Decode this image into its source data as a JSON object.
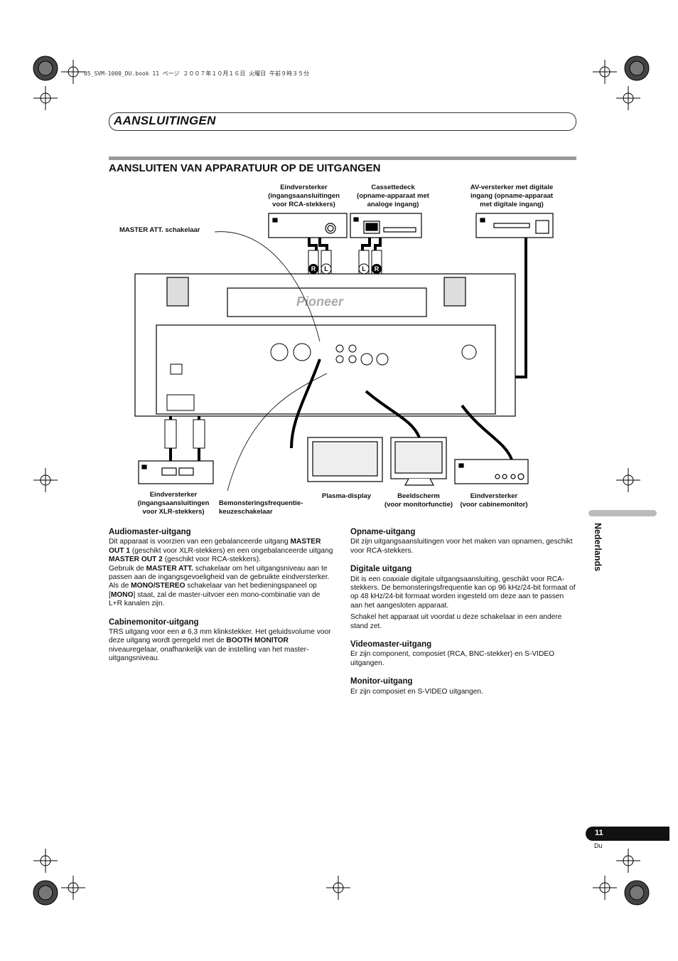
{
  "header_note": "05_SVM-1000_DU.book  11 ページ  ２００７年１０月１６日  火曜日  午前９時３５分",
  "chapter_title": "Aansluitingen",
  "section_title": "Aansluiten van apparatuur op de uitgangen",
  "brand": "Pioneer",
  "diagram": {
    "label_amp_rca": "Eindversterker\n(ingangsaansluitingen\nvoor RCA-stekkers)",
    "label_cassette": "Cassettedeck\n(opname-apparaat met\nanaloge ingang)",
    "label_av_amp": "AV-versterker met digitale\ningang (opname-apparaat\nmet digitale ingang)",
    "label_master_att": "MASTER ATT. schakelaar",
    "label_amp_xlr": "Eindversterker\n(ingangsaansluitingen\nvoor XLR-stekkers)",
    "label_sampling": "Bemonsteringsfrequentie-\nkeuzeschakelaar",
    "label_plasma": "Plasma-display",
    "label_monitor": "Beeldscherm\n(voor monitorfunctie)",
    "label_booth_amp": "Eindversterker\n(voor cabinemonitor)",
    "plug_r": "R",
    "plug_l": "L"
  },
  "left_column": [
    {
      "heading": "Audiomaster-uitgang",
      "paras": [
        "Dit apparaat is voorzien van een gebalanceerde uitgang <b>MASTER OUT 1</b> (geschikt voor XLR-stekkers) en een ongebalanceerde uitgang <b>MASTER OUT 2</b> (geschikt voor RCA-stekkers).<br>Gebruik de <b>MASTER ATT.</b> schakelaar om het uitgangsniveau aan te passen aan de ingangsgevoeligheid van de gebruikte eindversterker.<br>Als de <b>MONO/STEREO</b> schakelaar van het bedieningspaneel op [<b>MONO</b>] staat, zal de master-uitvoer een mono-combinatie van de L+R kanalen zijn."
      ]
    },
    {
      "heading": "Cabinemonitor-uitgang",
      "paras": [
        "TRS uitgang voor een ø 6,3 mm klinkstekker. Het geluidsvolume voor deze uitgang wordt geregeld met de <b>BOOTH MONITOR</b> niveauregelaar, onafhankelijk van de instelling van het master-uitgangsniveau."
      ]
    }
  ],
  "right_column": [
    {
      "heading": "Opname-uitgang",
      "paras": [
        "Dit zijn uitgangsaansluitingen voor het maken van opnamen, geschikt voor RCA-stekkers."
      ]
    },
    {
      "heading": "Digitale uitgang",
      "paras": [
        "Dit is een coaxiale digitale uitgangsaansluiting, geschikt voor RCA-stekkers. De bemonsteringsfrequentie kan op 96 kHz/24-bit formaat of op 48 kHz/24-bit formaat worden ingesteld om deze aan te passen aan het aangesloten apparaat.",
        "Schakel het apparaat uit voordat u deze schakelaar in een andere stand zet."
      ]
    },
    {
      "heading": "Videomaster-uitgang",
      "paras": [
        "Er zijn component, composiet (RCA, BNC-stekker) en S-VIDEO uitgangen."
      ]
    },
    {
      "heading": "Monitor-uitgang",
      "paras": [
        "Er zijn composiet en S-VIDEO uitgangen."
      ]
    }
  ],
  "side_tab": "Nederlands",
  "page_number": "11",
  "page_lang": "Du"
}
